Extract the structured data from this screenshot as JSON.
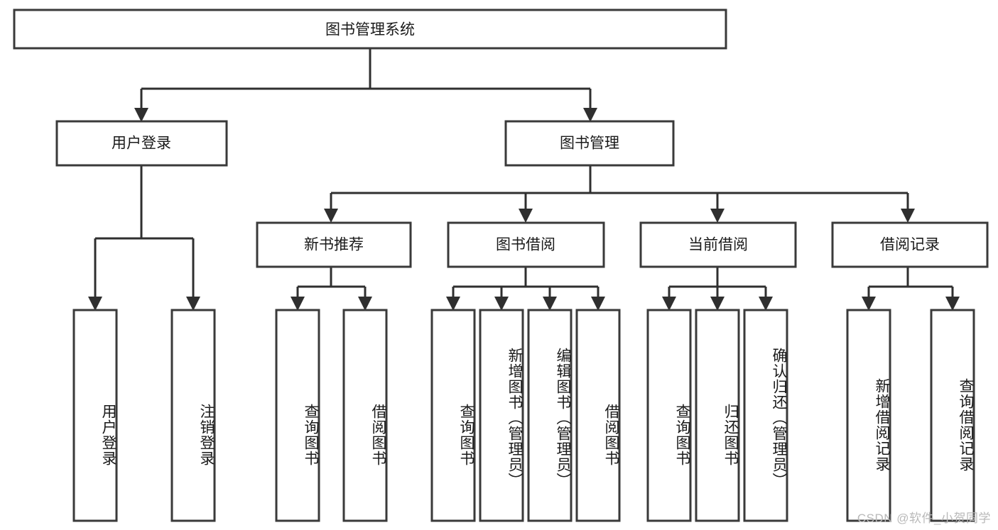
{
  "diagram": {
    "type": "tree-hierarchy-chart",
    "root": {
      "label": "图书管理系统"
    },
    "level1": [
      {
        "label": "用户登录"
      },
      {
        "label": "图书管理"
      }
    ],
    "level2": [
      {
        "label": "新书推荐"
      },
      {
        "label": "图书借阅"
      },
      {
        "label": "当前借阅"
      },
      {
        "label": "借阅记录"
      }
    ],
    "leaves": {
      "user_login": [
        {
          "label": "用户登录"
        },
        {
          "label": "注销登录"
        }
      ],
      "new_book_recommend": [
        {
          "label": "查询图书"
        },
        {
          "label": "借阅图书"
        }
      ],
      "book_borrow": [
        {
          "label": "查询图书"
        },
        {
          "label": "新增图书（管理员）"
        },
        {
          "label": "编辑图书（管理员）"
        },
        {
          "label": "借阅图书"
        }
      ],
      "current_borrow": [
        {
          "label": "查询图书"
        },
        {
          "label": "归还图书"
        },
        {
          "label": "确认归还（管理员）"
        }
      ],
      "borrow_record": [
        {
          "label": "新增借阅记录"
        },
        {
          "label": "查询借阅记录"
        }
      ]
    }
  },
  "watermark": {
    "text": "CSDN @软件_小贺同学"
  },
  "colors": {
    "box_stroke": "#3a3a3a",
    "connector": "#2f2f2f",
    "text": "#1a1a1a",
    "background": "#ffffff",
    "watermark": "#b9b9b9"
  }
}
